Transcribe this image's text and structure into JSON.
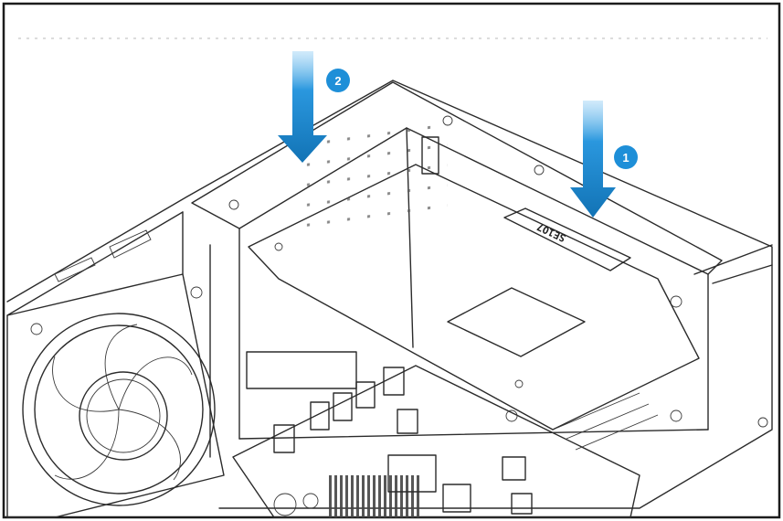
{
  "figure": {
    "frame_color": "#1c1c1c",
    "metal_color": "#d8d8d8",
    "metal_dark_color": "#bdbdbd",
    "pcb_color": "#ececec",
    "accent_color": "#1e8fd8",
    "accent_dark_color": "#1273b5"
  },
  "steps": [
    {
      "number": "1",
      "icon": "down-arrow-icon"
    },
    {
      "number": "2",
      "icon": "down-arrow-icon"
    }
  ],
  "card": {
    "silkscreen": "SE1O7"
  }
}
